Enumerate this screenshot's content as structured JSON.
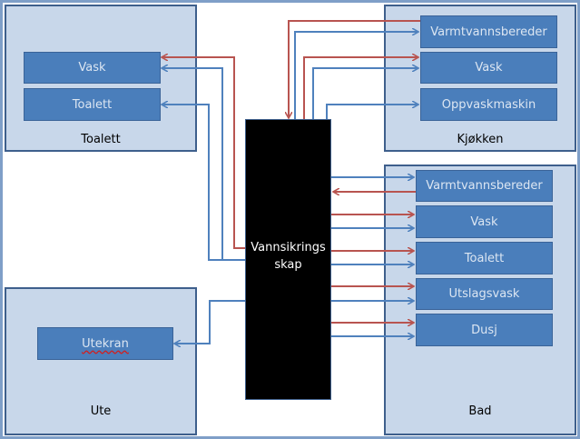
{
  "colors": {
    "hot": "#b85450",
    "cold": "#4f81bd",
    "room_fill": "#c8d7ea",
    "box_fill": "#4a7ebb",
    "cabinet": "#000000"
  },
  "cabinet": {
    "line1": "Vannsikrings",
    "line2": "skap"
  },
  "rooms": {
    "toalett": {
      "label": "Toalett",
      "items": [
        "Vask",
        "Toalett"
      ]
    },
    "kjokken": {
      "label": "Kjøkken",
      "items": [
        "Varmtvannsbereder",
        "Vask",
        "Oppvaskmaskin"
      ]
    },
    "bad": {
      "label": "Bad",
      "items": [
        "Varmtvannsbereder",
        "Vask",
        "Toalett",
        "Utslagsvask",
        "Dusj"
      ]
    },
    "ute": {
      "label": "Ute",
      "items": [
        "Utekran"
      ]
    }
  }
}
